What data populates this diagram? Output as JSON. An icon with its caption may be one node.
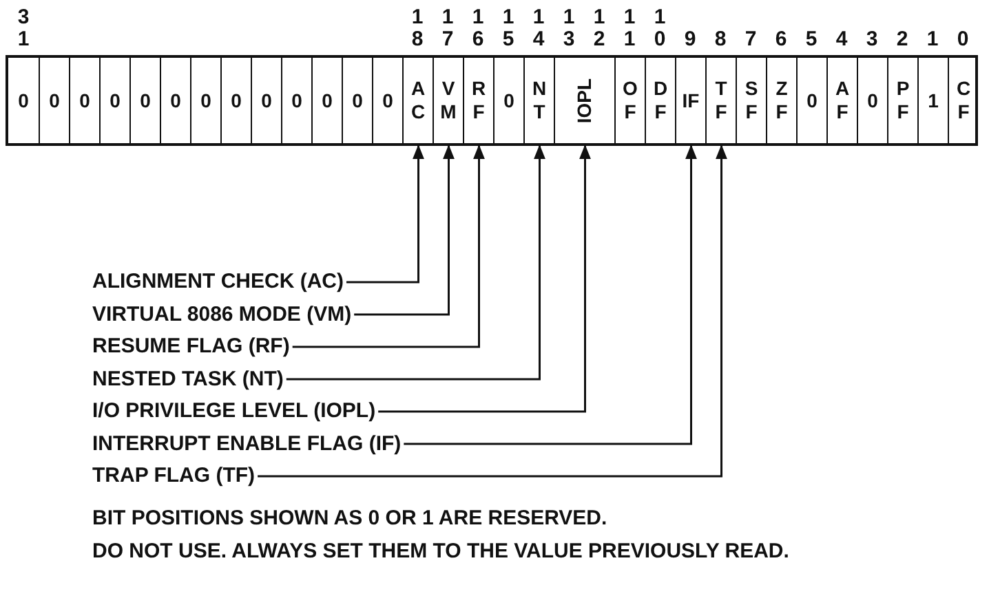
{
  "diagram": {
    "nodes": [
      {
        "text": [
          "0"
        ]
      },
      {
        "text": [
          "0"
        ]
      },
      {
        "text": [
          "0"
        ]
      },
      {
        "text": [
          "0"
        ]
      },
      {
        "text": [
          "0"
        ]
      },
      {
        "text": [
          "0"
        ]
      },
      {
        "text": [
          "0"
        ]
      },
      {
        "text": [
          "0"
        ]
      },
      {
        "text": [
          "0"
        ]
      },
      {
        "text": [
          "0"
        ]
      },
      {
        "text": [
          "0"
        ]
      },
      {
        "text": [
          "0"
        ]
      },
      {
        "text": [
          "0"
        ]
      },
      {
        "text": [
          "AC"
        ]
      },
      {
        "text": [
          "VM"
        ]
      },
      {
        "text": [
          "RF"
        ]
      },
      {
        "text": [
          "0"
        ]
      },
      {
        "text": [
          "NT"
        ]
      },
      {
        "text": [
          "IOPL"
        ]
      },
      {
        "text": [
          "OF"
        ]
      },
      {
        "text": [
          "DF"
        ]
      },
      {
        "text": [
          "IF"
        ]
      },
      {
        "text": [
          "TF"
        ]
      },
      {
        "text": [
          "SF"
        ]
      },
      {
        "text": [
          "ZF"
        ]
      },
      {
        "text": [
          "0"
        ]
      },
      {
        "text": [
          "AF"
        ]
      },
      {
        "text": [
          "0"
        ]
      },
      {
        "text": [
          "PF"
        ]
      },
      {
        "text": [
          "1"
        ]
      },
      {
        "text": [
          "CF"
        ]
      },
      {
        "text": [
          "ALIGNMENT CHECK (AC)"
        ]
      },
      {
        "text": [
          "VIRTUAL 8086 MODE (VM)"
        ]
      },
      {
        "text": [
          "RESUME FLAG (RF)"
        ]
      },
      {
        "text": [
          "NESTED TASK (NT)"
        ]
      },
      {
        "text": [
          "I/O PRIVILEGE LEVEL (IOPL)"
        ]
      },
      {
        "text": [
          "INTERRUPT ENABLE FLAG (IF)"
        ]
      },
      {
        "text": [
          "TRAP FLAG (TF)"
        ]
      }
    ],
    "edges": [
      {
        "from": 31,
        "to": 13,
        "arrow": "to"
      },
      {
        "from": 32,
        "to": 14,
        "arrow": "to"
      },
      {
        "from": 33,
        "to": 15,
        "arrow": "to"
      },
      {
        "from": 34,
        "to": 17,
        "arrow": "to"
      },
      {
        "from": 35,
        "to": 18,
        "arrow": "to"
      },
      {
        "from": 36,
        "to": 21,
        "arrow": "to"
      },
      {
        "from": 37,
        "to": 22,
        "arrow": "to"
      }
    ],
    "labels": [
      "31",
      "18",
      "17",
      "16",
      "15",
      "14",
      "13",
      "12",
      "11",
      "10",
      "9",
      "8",
      "7",
      "6",
      "5",
      "4",
      "3",
      "2",
      "1",
      "0",
      "BIT POSITIONS SHOWN AS 0 OR 1 ARE RESERVED.",
      "DO NOT USE. ALWAYS SET THEM TO THE VALUE PREVIOUSLY READ."
    ]
  }
}
